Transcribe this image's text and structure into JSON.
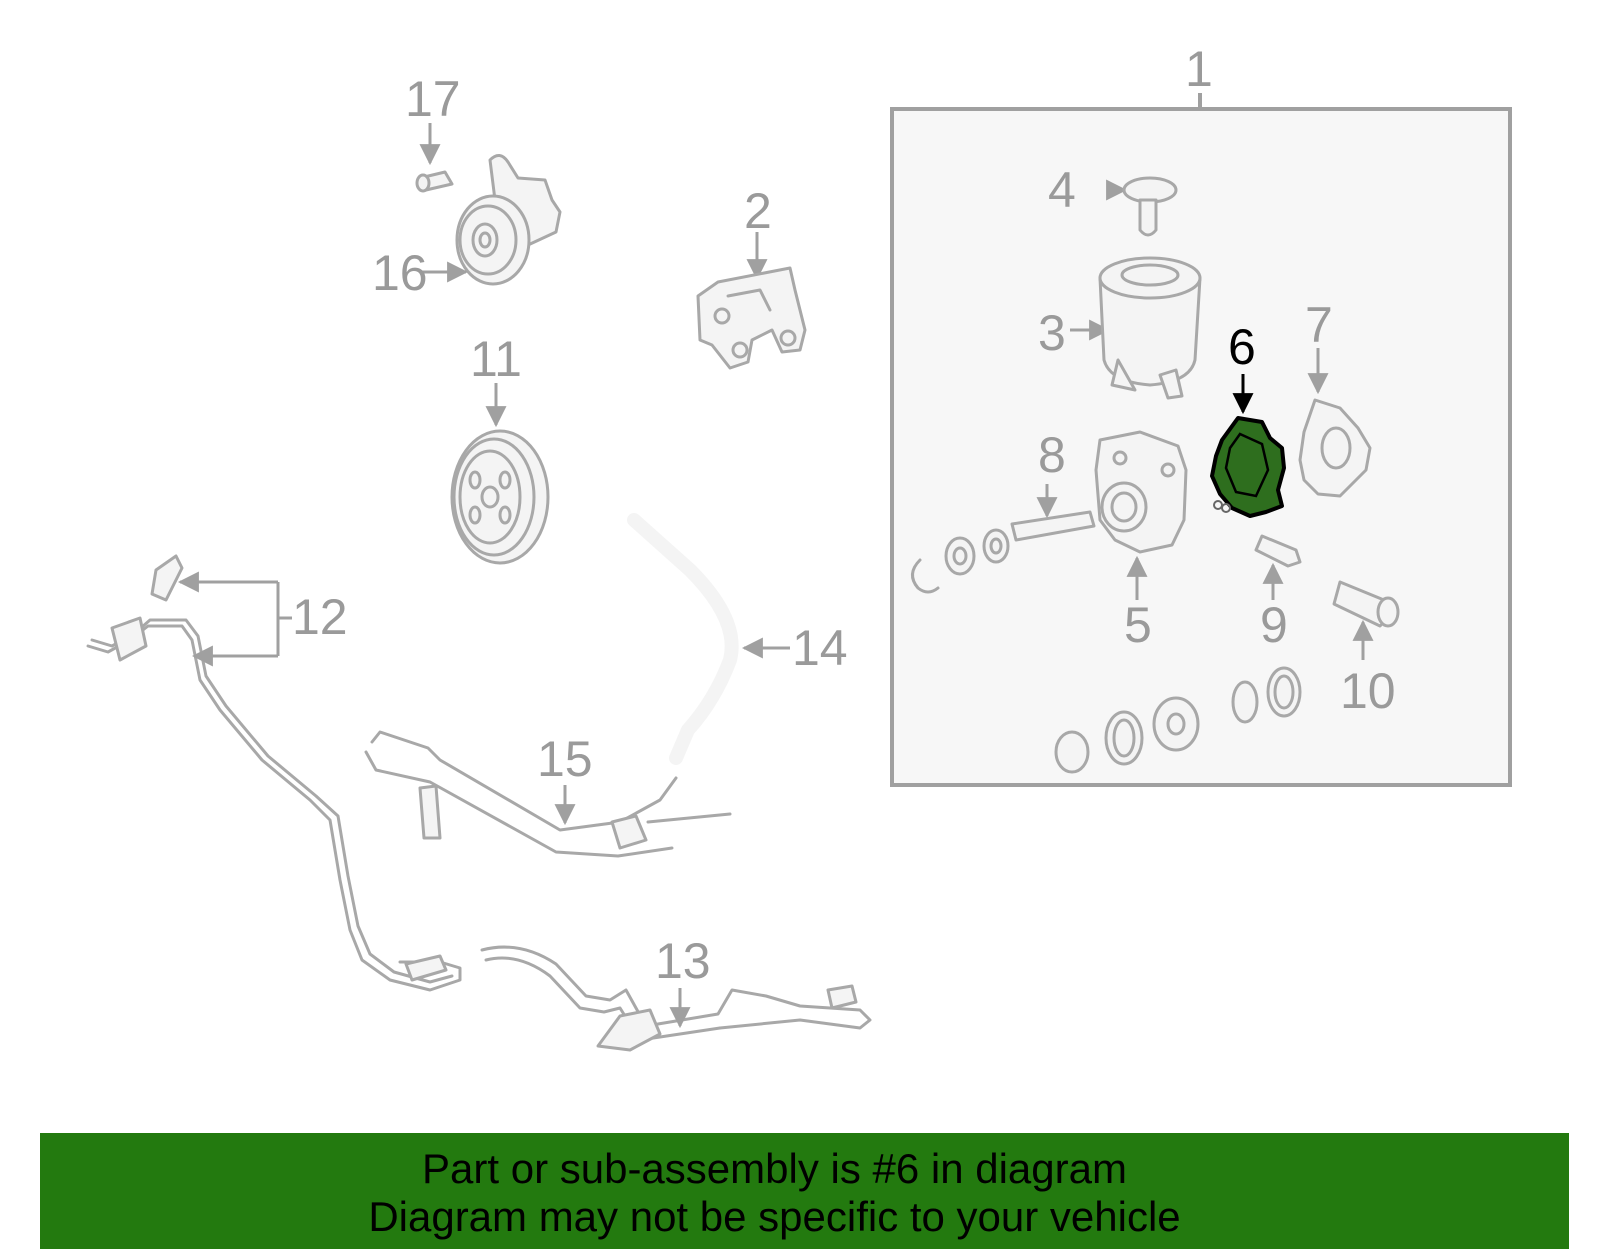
{
  "labels": {
    "p1": "1",
    "p2": "2",
    "p3": "3",
    "p4": "4",
    "p5": "5",
    "p6": "6",
    "p7": "7",
    "p8": "8",
    "p9": "9",
    "p10": "10",
    "p11": "11",
    "p12": "12",
    "p13": "13",
    "p14": "14",
    "p15": "15",
    "p16": "16",
    "p17": "17"
  },
  "highlight": {
    "part": "6",
    "color": "#2e6e1e"
  },
  "banner": {
    "line1": "Part or sub-assembly is #6 in diagram",
    "line2": "Diagram may not be specific to your vehicle",
    "color": "#237a0f"
  }
}
